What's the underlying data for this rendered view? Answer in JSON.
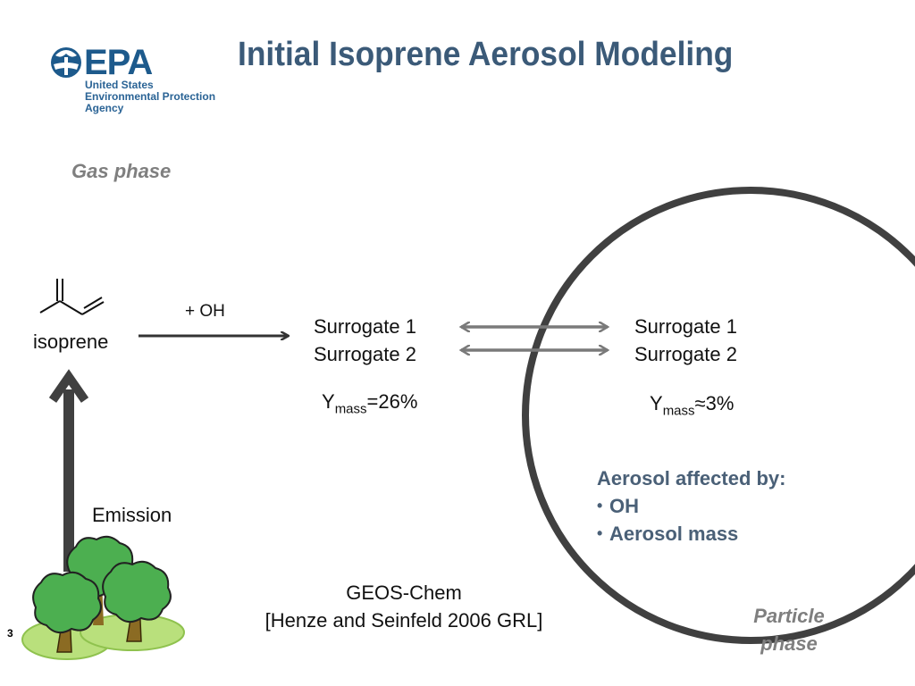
{
  "slide": {
    "title": "Initial Isoprene Aerosol Modeling",
    "page_number": "3"
  },
  "logo": {
    "wordmark": "EPA",
    "sub_lines": [
      "United States",
      "Environmental Protection",
      "Agency"
    ]
  },
  "labels": {
    "gas_phase": "Gas phase",
    "particle_phase_line1": "Particle",
    "particle_phase_line2": "phase",
    "isoprene": "isoprene",
    "oh_reagent": "+ OH",
    "emission": "Emission"
  },
  "gas_surrogates": [
    "Surrogate 1",
    "Surrogate 2"
  ],
  "particle_surrogates": [
    "Surrogate 1",
    "Surrogate 2"
  ],
  "gas_yield": {
    "symbol": "Y",
    "subscript": "mass",
    "value": "=26%"
  },
  "particle_yield": {
    "symbol": "Y",
    "subscript": "mass",
    "value": "≈3%"
  },
  "aerosol_factors": {
    "heading": "Aerosol affected by:",
    "items": [
      "OH",
      "Aerosol mass"
    ]
  },
  "citation": {
    "line1": "GEOS-Chem",
    "line2": "[Henze and Seinfeld 2006 GRL]"
  },
  "colors": {
    "title": "#3b5a78",
    "epa_blue": "#1d5a8c",
    "circle": "#404040",
    "phase_label": "#7f7f7f",
    "tree_green": "#4caf50",
    "ground_green": "#b9e07c"
  }
}
